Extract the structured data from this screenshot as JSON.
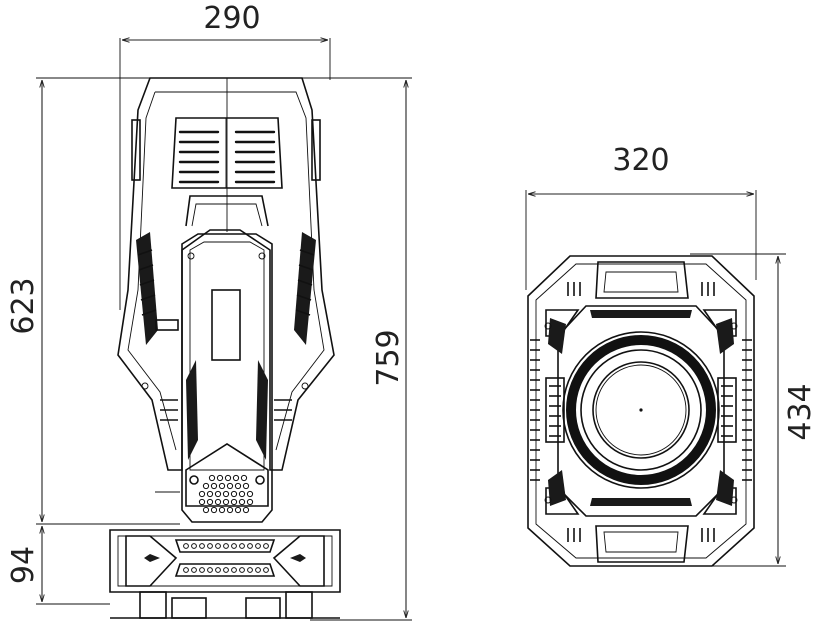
{
  "dimensions": {
    "front_width": "290",
    "head_height": "623",
    "total_height": "759",
    "base_height": "94",
    "side_width": "320",
    "side_height": "434"
  },
  "colors": {
    "line": "#111111",
    "background": "#ffffff"
  }
}
